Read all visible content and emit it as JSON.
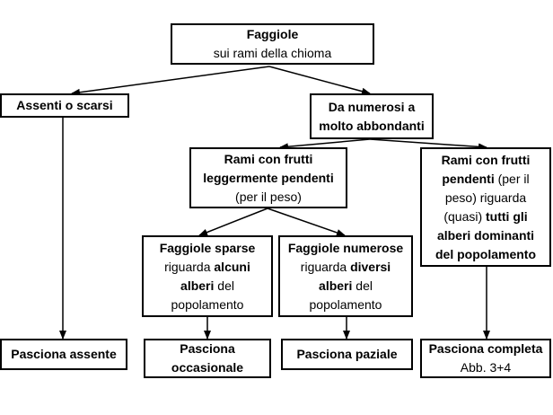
{
  "nodes": {
    "root": {
      "line1": "Faggiole",
      "line2": "sui rami della chioma"
    },
    "absent": {
      "line1": "Assenti o scarsi"
    },
    "many": {
      "line1": "Da numerosi a",
      "line2": "molto abbondanti"
    },
    "slight": {
      "line1": "Rami con frutti",
      "line2": "leggermente pendenti",
      "line3": "(per il peso)"
    },
    "pendent": {
      "l1": "Rami con frutti",
      "l2_bold": "pendenti",
      "l2_rest": " (per il",
      "l3": "peso) riguarda",
      "l4_pre": "(quasi) ",
      "l4_bold": "tutti gli",
      "l5": "alberi dominanti",
      "l6": "del popolamento"
    },
    "sparse": {
      "l1": "Faggiole sparse",
      "l2_pre": "riguarda ",
      "l2_bold": "alcuni",
      "l3_bold": "alberi",
      "l3_rest": " del",
      "l4": "popolamento"
    },
    "numerous": {
      "l1": "Faggiole numerose",
      "l2_pre": "riguarda ",
      "l2_bold": "diversi",
      "l3_bold": "alberi",
      "l3_rest": " del",
      "l4": "popolamento"
    },
    "out_absent": {
      "line1": "Pasciona assente"
    },
    "out_occasional": {
      "line1": "Pasciona",
      "line2": "occasionale"
    },
    "out_partial": {
      "line1": "Pasciona paziale"
    },
    "out_complete": {
      "line1": "Pasciona completa",
      "line2": "Abb. 3+4"
    }
  }
}
